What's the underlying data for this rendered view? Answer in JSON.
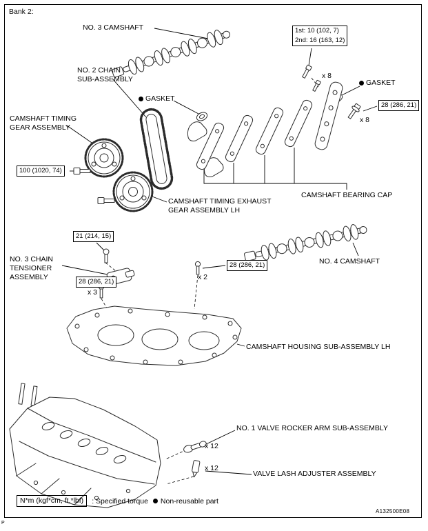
{
  "page": {
    "bank_label": "Bank 2:",
    "figure_id": "A132500E08",
    "corner_mark": "P"
  },
  "part_labels": {
    "no3_camshaft": "NO. 3 CAMSHAFT",
    "no2_chain": "NO. 2 CHAIN\nSUB-ASSEMBLY",
    "camshaft_timing_gear": "CAMSHAFT TIMING\nGEAR ASSEMBLY",
    "camshaft_timing_exhaust_gear": "CAMSHAFT TIMING EXHAUST\nGEAR ASSEMBLY LH",
    "camshaft_bearing_cap": "CAMSHAFT BEARING CAP",
    "no3_chain_tensioner": "NO. 3 CHAIN\nTENSIONER\nASSEMBLY",
    "no4_camshaft": "NO. 4 CAMSHAFT",
    "camshaft_housing": "CAMSHAFT HOUSING SUB-ASSEMBLY LH",
    "no1_valve_rocker_arm": "NO. 1 VALVE ROCKER ARM SUB-ASSEMBLY",
    "valve_lash_adjuster": "VALVE LASH ADJUSTER ASSEMBLY",
    "gasket_left": "GASKET",
    "gasket_right": "GASKET"
  },
  "torque_specs": {
    "cap_bolt_line1": "1st: 10 (102, 7)",
    "cap_bolt_line2": "2nd: 16 (163, 12)",
    "bolt_28_right": "28 (286, 21)",
    "bolt_100": "100 (1020, 74)",
    "bolt_21": "21 (214, 15)",
    "bolt_28_left": "28 (286, 21)",
    "bolt_28_mid": "28 (286, 21)"
  },
  "counts": {
    "x8_top": "x 8",
    "x8_right": "x 8",
    "x3": "x 3",
    "x2": "x 2",
    "x12_rocker": "x 12",
    "x12_lash": "x 12"
  },
  "legend": {
    "torque_unit": "N*m (kgf*cm, ft.*lbf)",
    "torque_desc": ": Specified torque",
    "nonreusable_desc": "Non-reusable part"
  },
  "icons": {
    "non_reusable_marker": "filled-circle"
  }
}
